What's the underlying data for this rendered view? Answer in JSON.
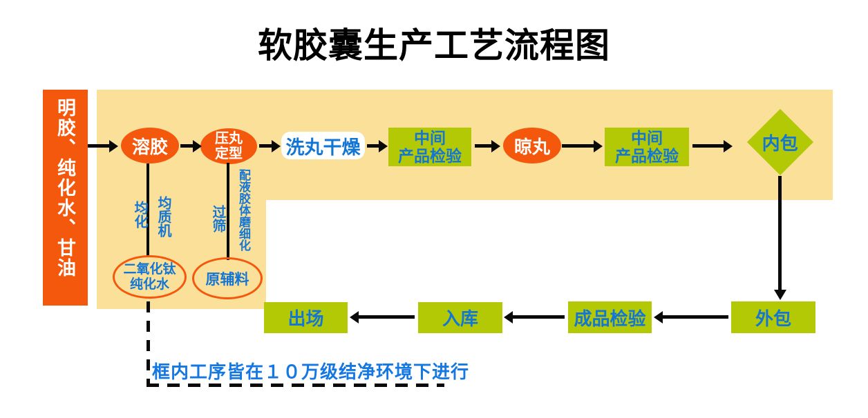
{
  "title": "软胶囊生产工艺流程图",
  "note": "框内工序皆在１０万级结净环境下进行",
  "source_box": {
    "label": "明胶、纯化水、甘油"
  },
  "main_flow": {
    "rongjiao": {
      "label": "溶胶"
    },
    "yawan": {
      "line1": "压丸",
      "line2": "定型"
    },
    "xiwan": {
      "label": "洗丸干燥"
    },
    "zhongjian1": {
      "line1": "中间",
      "line2": "产品检验"
    },
    "liangwan": {
      "label": "晾丸"
    },
    "zhongjian2": {
      "line1": "中间",
      "line2": "产品检验"
    },
    "neibao": {
      "label": "内包"
    }
  },
  "sub_flow": {
    "junhua": {
      "label": "均化"
    },
    "junzhiji": {
      "label": "均质机"
    },
    "guoshai": {
      "label": "过筛"
    },
    "peiye": {
      "label": "配液胶体磨细化"
    },
    "titanium": {
      "line1": "二氧化钛",
      "line2": "纯化水"
    },
    "yuanfuliao": {
      "label": "原辅料"
    }
  },
  "bottom_flow": {
    "waibao": {
      "label": "外包"
    },
    "chengpin": {
      "label": "成品检验"
    },
    "ruku": {
      "label": "入库"
    },
    "chuchang": {
      "label": "出场"
    }
  },
  "colors": {
    "orange": "#F4580C",
    "yellow": "#FBE09A",
    "green": "#B3C905",
    "blue": "#1476D4"
  }
}
